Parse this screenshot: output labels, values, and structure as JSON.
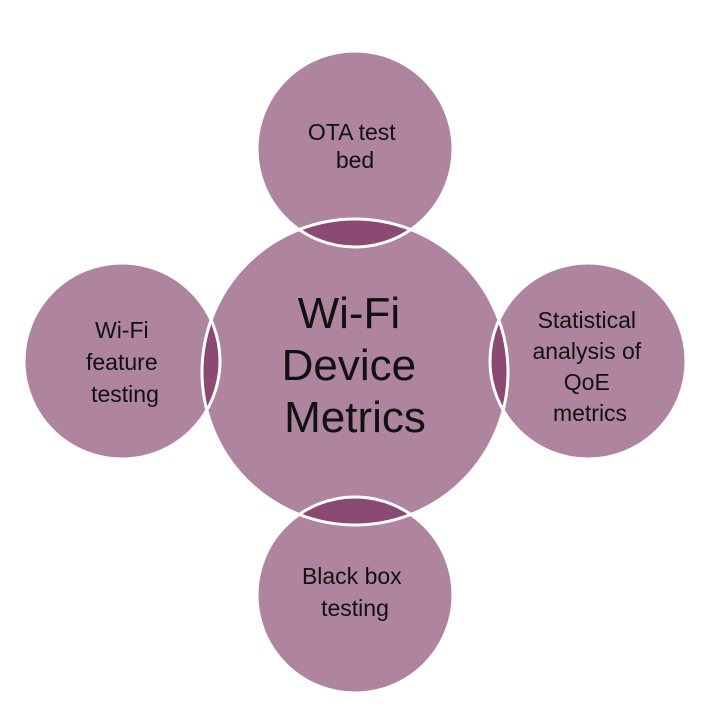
{
  "diagram": {
    "center": {
      "lines": [
        "Wi-Fi",
        "Device",
        "Metrics"
      ]
    },
    "nodes": {
      "top": {
        "lines": [
          "OTA test",
          "bed"
        ]
      },
      "left": {
        "lines": [
          "Wi-Fi",
          "feature",
          "testing"
        ]
      },
      "right": {
        "lines": [
          "Statistical",
          "analysis of",
          "QoE",
          "metrics"
        ]
      },
      "bottom": {
        "lines": [
          "Black box",
          "testing"
        ]
      }
    }
  },
  "colors": {
    "node": "#ae849e",
    "overlap": "#8b4a72",
    "outline": "#ffffff",
    "text": "#111111"
  }
}
